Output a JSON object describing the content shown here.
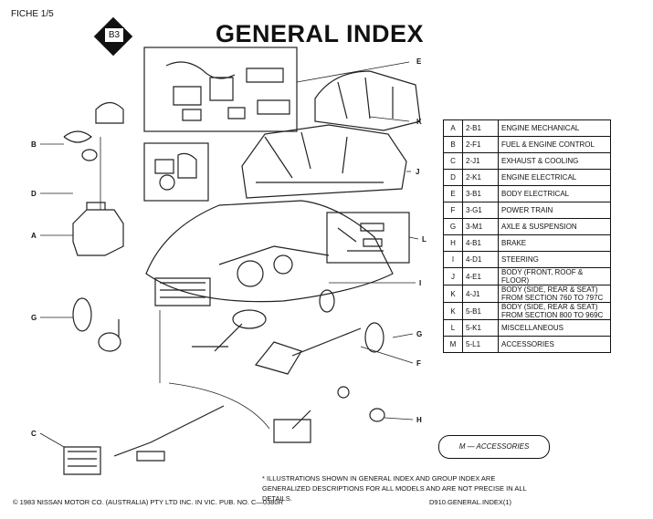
{
  "header": {
    "fiche": "FICHE 1/5",
    "badge": "B3",
    "title": "GENERAL INDEX"
  },
  "index_rows": [
    {
      "letter": "A",
      "code": "2-B1",
      "desc": "ENGINE MECHANICAL"
    },
    {
      "letter": "B",
      "code": "2-F1",
      "desc": "FUEL & ENGINE CONTROL"
    },
    {
      "letter": "C",
      "code": "2-J1",
      "desc": "EXHAUST & COOLING"
    },
    {
      "letter": "D",
      "code": "2-K1",
      "desc": "ENGINE ELECTRICAL"
    },
    {
      "letter": "E",
      "code": "3-B1",
      "desc": "BODY ELECTRICAL"
    },
    {
      "letter": "F",
      "code": "3-G1",
      "desc": "POWER TRAIN"
    },
    {
      "letter": "G",
      "code": "3-M1",
      "desc": "AXLE & SUSPENSION"
    },
    {
      "letter": "H",
      "code": "4-B1",
      "desc": "BRAKE"
    },
    {
      "letter": "I",
      "code": "4-D1",
      "desc": "STEERING"
    },
    {
      "letter": "J",
      "code": "4-E1",
      "desc": "BODY (FRONT, ROOF & FLOOR)"
    },
    {
      "letter": "K",
      "code": "4-J1",
      "desc": "BODY (SIDE, REAR & SEAT) FROM SECTION 760 TO 797C"
    },
    {
      "letter": "K",
      "code": "5-B1",
      "desc": "BODY (SIDE, REAR & SEAT) FROM SECTION 800 TO 969C"
    },
    {
      "letter": "L",
      "code": "5-K1",
      "desc": "MISCELLANEOUS"
    },
    {
      "letter": "M",
      "code": "5-L1",
      "desc": "ACCESSORIES"
    }
  ],
  "callouts": {
    "e": "E",
    "k": "K",
    "j": "J",
    "l": "L",
    "i": "I",
    "g_right": "G",
    "f": "F",
    "h": "H",
    "b": "B",
    "d": "D",
    "a": "A",
    "g_left": "G",
    "c": "C"
  },
  "accessories_label": "M — ACCESSORIES",
  "note": "* ILLUSTRATIONS SHOWN IN GENERAL INDEX AND GROUP INDEX ARE GENERALIZED DESCRIPTIONS FOR ALL MODELS AND ARE NOT PRECISE IN ALL DETAILS.",
  "footer": {
    "copyright": "© 1983 NISSAN MOTOR CO. (AUSTRALIA) PTY LTD INC. IN VIC. PUB. NO. C—0380R",
    "doc_id": "D910.GENERAL.INDEX(1)"
  }
}
